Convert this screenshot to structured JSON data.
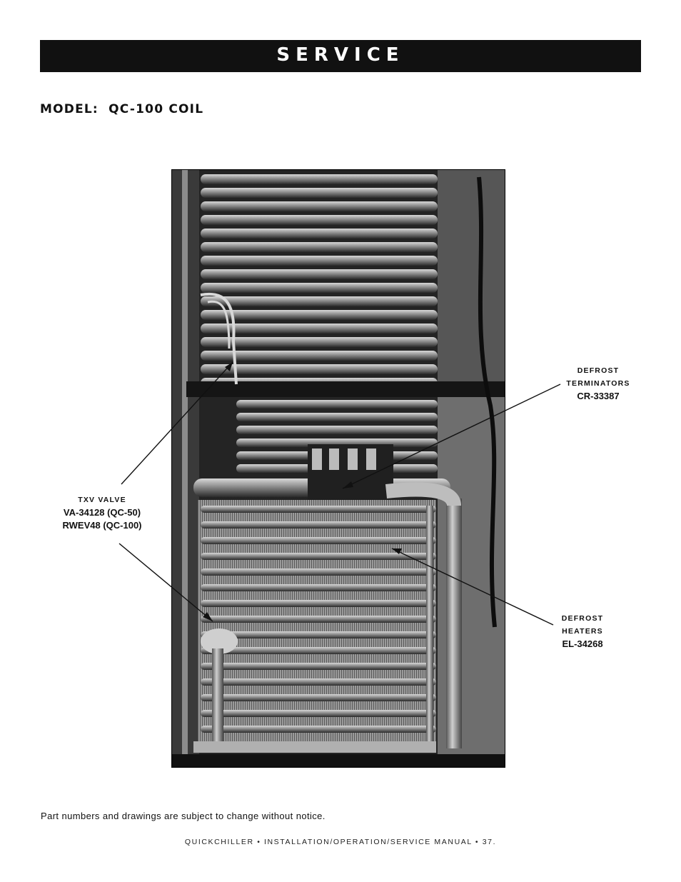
{
  "header": {
    "title": "SERVICE"
  },
  "model_heading": "MODEL:  QC-100 COIL",
  "photo": {
    "subject": "coil-assembly-photo"
  },
  "callouts": {
    "defrost_terminators": {
      "line1": "DEFROST",
      "line2": "TERMINATORS",
      "part": "CR-33387"
    },
    "txv_valve": {
      "line1": "TXV VALVE",
      "part1": "VA-34128 (QC-50)",
      "part2": "RWEV48 (QC-100)"
    },
    "defrost_heaters": {
      "line1": "DEFROST",
      "line2": "HEATERS",
      "part": "EL-34268"
    }
  },
  "footnote": "Part numbers and drawings are subject to change without notice.",
  "footer": "QUICKCHILLER • INSTALLATION/OPERATION/SERVICE MANUAL • 37."
}
